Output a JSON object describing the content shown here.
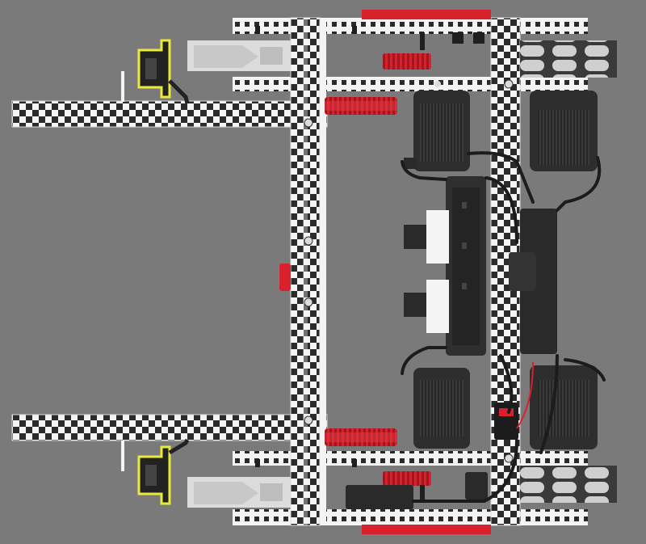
{
  "view": {
    "background_color": "#7a7a7a",
    "frame_color": "#f4f4f4",
    "hole_color": "#2b2b2b",
    "gear_color": "#d8212c",
    "motor_color": "#2e2e2e",
    "claw_highlight_color": "#e8ea3a",
    "omni_roller_color": "#cfcfcf"
  },
  "components": {
    "upper_arm": {
      "name": "upper-arm-rail"
    },
    "lower_arm": {
      "name": "lower-arm-rail"
    },
    "claw_top": {
      "name": "claw-top",
      "icon": "claw-icon"
    },
    "claw_bottom": {
      "name": "claw-bottom",
      "icon": "claw-icon"
    },
    "motors": [
      "motor-top-left",
      "motor-top-right",
      "motor-bottom-left",
      "motor-bottom-right"
    ],
    "brain": {
      "name": "robot-brain"
    },
    "battery": {
      "name": "battery-pack"
    },
    "omni_wheels": [
      "omni-wheel-top",
      "omni-wheel-bottom"
    ],
    "gears": [
      "gear-upper-left",
      "gear-upper-right",
      "gear-lower-left",
      "gear-lower-right"
    ]
  }
}
